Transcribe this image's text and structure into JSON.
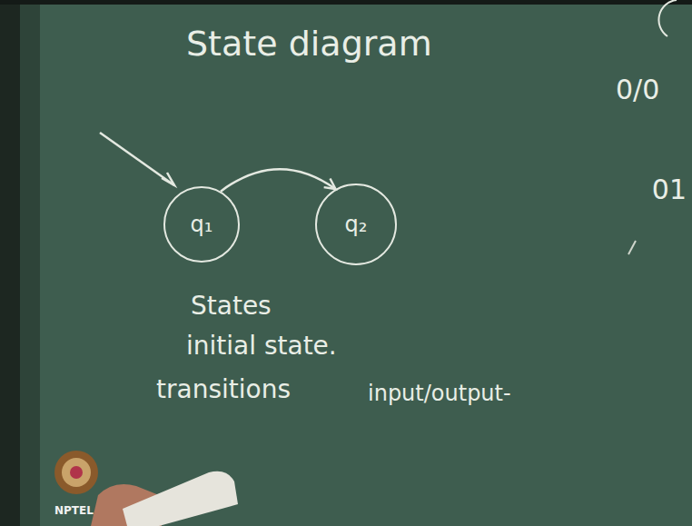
{
  "diagram": {
    "title": "State diagram",
    "nodes": [
      {
        "text": [
          "q₁"
        ]
      },
      {
        "text": [
          "q₂"
        ]
      }
    ],
    "edges": [
      {
        "from": 0,
        "to": 1,
        "arrow": "to"
      }
    ],
    "labels": [
      "States",
      "initial state.",
      "transitions",
      "input/output-",
      "0/0",
      "01",
      "NPTEL"
    ]
  }
}
